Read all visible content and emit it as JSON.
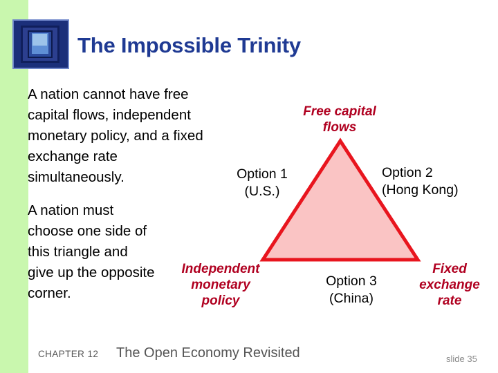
{
  "slide": {
    "title": "The Impossible Trinity",
    "logo_icon": "nested-blue-squares-logo"
  },
  "body": {
    "paragraph_1": "A nation cannot have free capital flows, independent monetary policy, and a fixed exchange rate simultaneously.",
    "paragraph_2": "A nation must choose one side of this triangle and give up the opposite corner."
  },
  "diagram": {
    "type": "triangle",
    "corners": [
      {
        "id": "top",
        "label": "Free capital\nflows"
      },
      {
        "id": "bottom-left",
        "label": "Independent\nmonetary\npolicy"
      },
      {
        "id": "bottom-right",
        "label": "Fixed\nexchange\nrate"
      }
    ],
    "corner_labels": {
      "top": "Free capital flows",
      "top_line_1": "Free capital",
      "top_line_2": "flows",
      "bottom_left_line_1": "Independent",
      "bottom_left_line_2": "monetary",
      "bottom_left_line_3": "policy",
      "bottom_right_line_1": "Fixed",
      "bottom_right_line_2": "exchange",
      "bottom_right_line_3": "rate"
    },
    "options": [
      {
        "id": "option-1",
        "line_1": "Option 1",
        "line_2": "(U.S.)",
        "side": "left"
      },
      {
        "id": "option-2",
        "line_1": "Option 2",
        "line_2": "(Hong Kong)",
        "side": "right"
      },
      {
        "id": "option-3",
        "line_1": "Option 3",
        "line_2": "(China)",
        "side": "bottom"
      }
    ],
    "colors": {
      "triangle_stroke": "#e8151e",
      "triangle_fill": "#fac4c4",
      "corner_label_text": "#b00020",
      "option_label_text": "#000000"
    }
  },
  "footer": {
    "chapter": "CHAPTER 12",
    "chapter_title": "The Open Economy Revisited",
    "slide_number": "slide 35"
  },
  "theme": {
    "title_color": "#1f3a93",
    "accent_band": "#c9f7ae",
    "background": "#ffffff",
    "footer_text": "#555555"
  }
}
